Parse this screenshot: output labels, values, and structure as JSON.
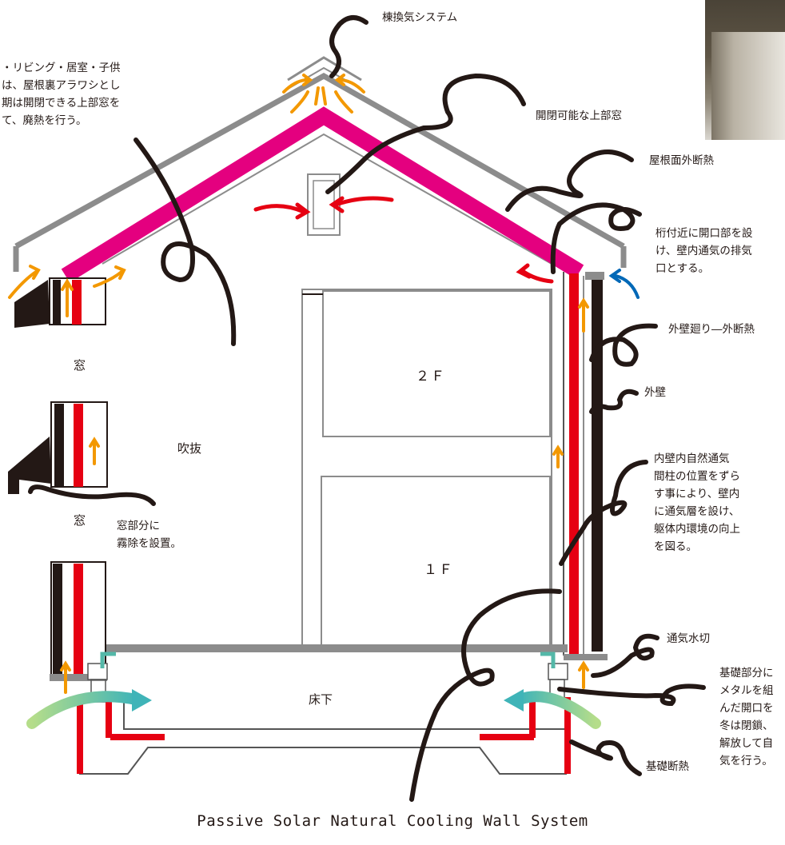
{
  "labels": {
    "ridge_vent": "棟換気システム",
    "top_left_note": "・リビング・居室・子供\nは、屋根裏アラワシとし\n期は開閉できる上部窓を\nて、廃熱を行う。",
    "upper_window": "開閉可能な上部窓",
    "roof_insulation": "屋根面外断熱",
    "eave_opening": "桁付近に開口部を設\nけ、壁内通気の排気\n口とする。",
    "exterior_insulation": "外壁廻り―外断熱",
    "exterior_wall": "外壁",
    "inner_wall_ventilation": "内壁内自然通気\n間柱の位置をずら\nす事により、壁内\nに通気層を設け、\n躯体内環境の向上\nを図る。",
    "vent_flashing": "通気水切",
    "foundation_note": "基礎部分に\nメタルを組\nんだ開口を\n冬は閉鎖、\n解放して自\n気を行う。",
    "foundation_insulation": "基礎断熱",
    "window_top": "窓",
    "window_bottom": "窓",
    "atrium": "吹抜",
    "defog_note": "窓部分に\n霧除を設置。",
    "floor_2": "２Ｆ",
    "floor_1": "１Ｆ",
    "underfloor": "床下"
  },
  "caption": "Passive Solar Natural Cooling Wall System",
  "colors": {
    "roof_insulation": "#e4007f",
    "wall_insulation": "#e60012",
    "outline": "#231815",
    "roof_outline": "#8c8c8c",
    "warm_arrow": "#f39800",
    "cool_arrow": "#54b8a8",
    "blue_arrow": "#0068b7",
    "red_arrow": "#e60012"
  }
}
